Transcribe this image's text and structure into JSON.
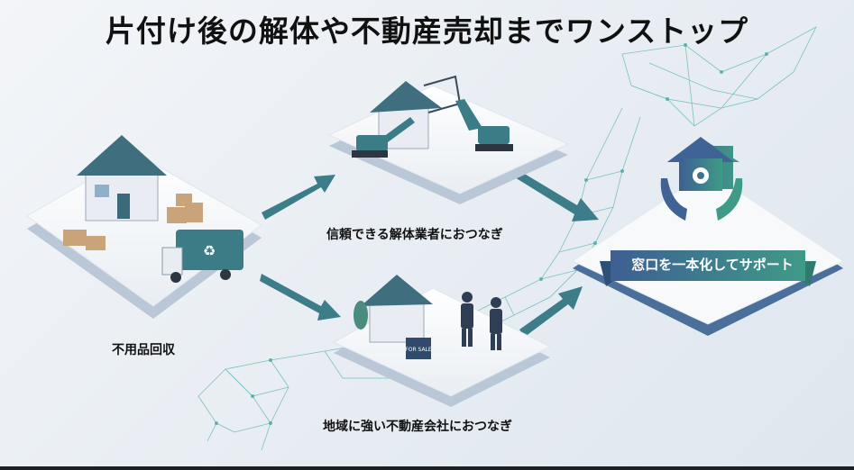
{
  "title": "片付け後の解体や不動産売却までワンストップ",
  "steps": [
    {
      "label": "不用品回収"
    },
    {
      "label": "信頼できる解体業者におつなぎ"
    },
    {
      "label": "地域に強い不動産会社におつなぎ"
    }
  ],
  "goal": {
    "label": "窓口を一本化してサポート"
  },
  "sign_text": "FOR SALE",
  "colors": {
    "accent_blue": "#3e6394",
    "accent_teal": "#3f9a87",
    "map_line": "#5fb7b0"
  }
}
